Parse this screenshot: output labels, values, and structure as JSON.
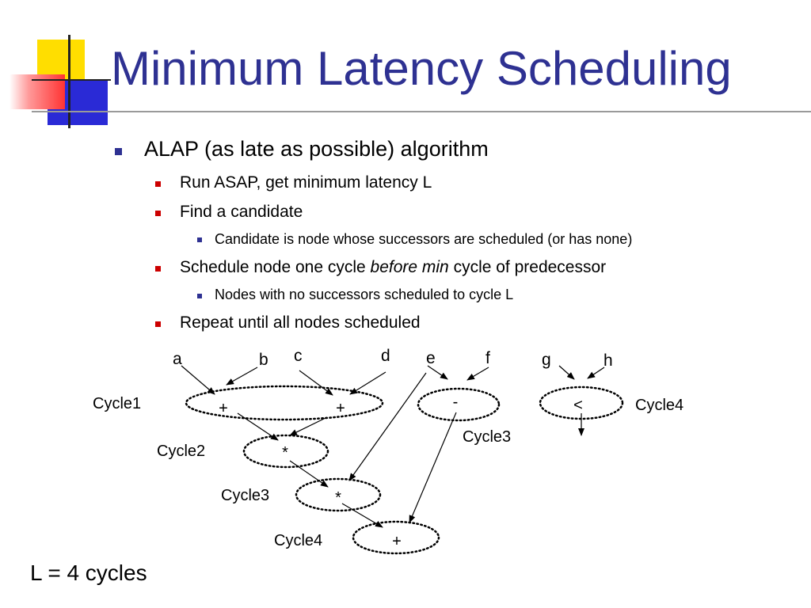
{
  "slide": {
    "title": "Minimum Latency Scheduling",
    "bullets": [
      {
        "level": 1,
        "text": "ALAP (as late as possible) algorithm"
      },
      {
        "level": 2,
        "text": "Run ASAP, get minimum latency L"
      },
      {
        "level": 2,
        "text": "Find a candidate"
      },
      {
        "level": 3,
        "text": "Candidate is node whose successors are scheduled (or has none)"
      },
      {
        "level": 2,
        "parts": [
          "Schedule node one cycle ",
          "before min",
          " cycle of predecessor"
        ]
      },
      {
        "level": 3,
        "text": "Nodes with no successors scheduled to cycle L"
      },
      {
        "level": 2,
        "text": "Repeat until all nodes scheduled"
      }
    ],
    "footer": "L = 4 cycles"
  },
  "diagram": {
    "inputs": [
      "a",
      "b",
      "c",
      "d",
      "e",
      "f",
      "g",
      "h"
    ],
    "operations": [
      "+",
      "+",
      "*",
      "*",
      "+",
      "-",
      "<"
    ],
    "cycle_labels": [
      "Cycle1",
      "Cycle2",
      "Cycle3",
      "Cycle4",
      "Cycle3",
      "Cycle4"
    ]
  },
  "colors": {
    "title": "#2e3192",
    "level1_marker": "#2e3192",
    "level2_marker": "#cc0000",
    "level3_marker": "#2e3192"
  }
}
